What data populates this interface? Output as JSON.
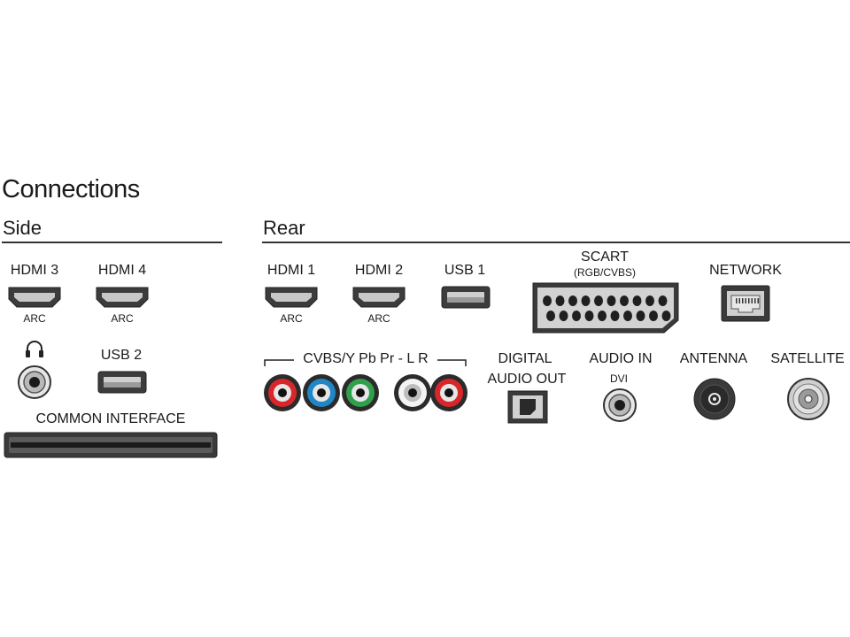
{
  "title": "Connections",
  "side": {
    "heading": "Side",
    "hdmi3": {
      "label": "HDMI 3",
      "sub": "ARC"
    },
    "hdmi4": {
      "label": "HDMI 4",
      "sub": "ARC"
    },
    "usb2": {
      "label": "USB 2"
    },
    "common_interface": {
      "label": "COMMON INTERFACE"
    },
    "headphone_icon": "headphones-icon"
  },
  "rear": {
    "heading": "Rear",
    "hdmi1": {
      "label": "HDMI 1",
      "sub": "ARC"
    },
    "hdmi2": {
      "label": "HDMI 2",
      "sub": "ARC"
    },
    "usb1": {
      "label": "USB 1"
    },
    "scart": {
      "label": "SCART",
      "sub": "(RGB/CVBS)"
    },
    "network": {
      "label": "NETWORK"
    },
    "cvbs": {
      "label": "CVBS/Y Pb Pr - L R"
    },
    "digital_audio_out": {
      "line1": "DIGITAL",
      "line2": "AUDIO OUT"
    },
    "audio_in": {
      "label": "AUDIO IN",
      "sub": "DVI"
    },
    "antenna": {
      "label": "ANTENNA"
    },
    "satellite": {
      "label": "SATELLITE"
    }
  },
  "colors": {
    "red": "#d9262b",
    "blue": "#1f87c6",
    "green": "#2fa04c",
    "white": "#f4f4f4"
  }
}
